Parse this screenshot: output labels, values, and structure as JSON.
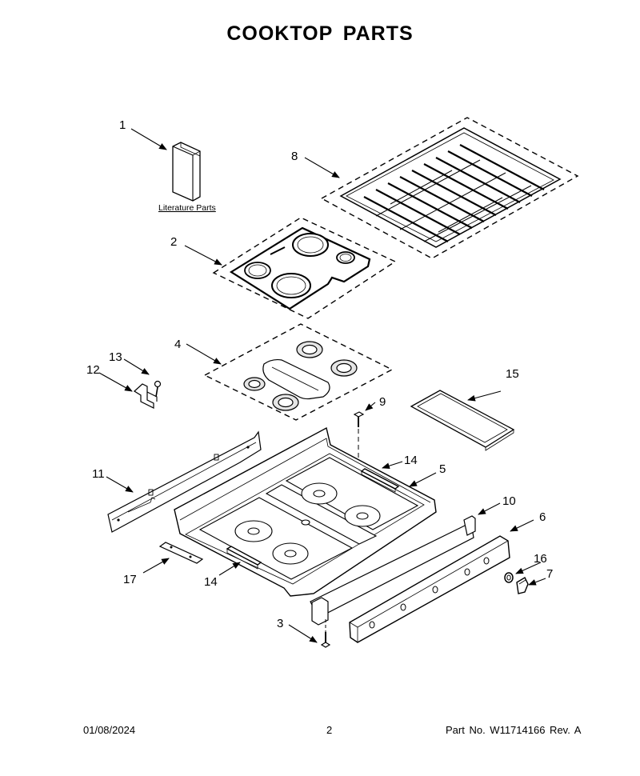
{
  "title": "COOKTOP PARTS",
  "literature_label": "Literature Parts",
  "callouts": [
    "1",
    "2",
    "3",
    "4",
    "5",
    "6",
    "7",
    "8",
    "9",
    "10",
    "11",
    "12",
    "13",
    "14",
    "14",
    "15",
    "16",
    "17"
  ],
  "footer": {
    "date": "01/08/2024",
    "page": "2",
    "part_no": "Part No.  W11714166  Rev.  A"
  }
}
